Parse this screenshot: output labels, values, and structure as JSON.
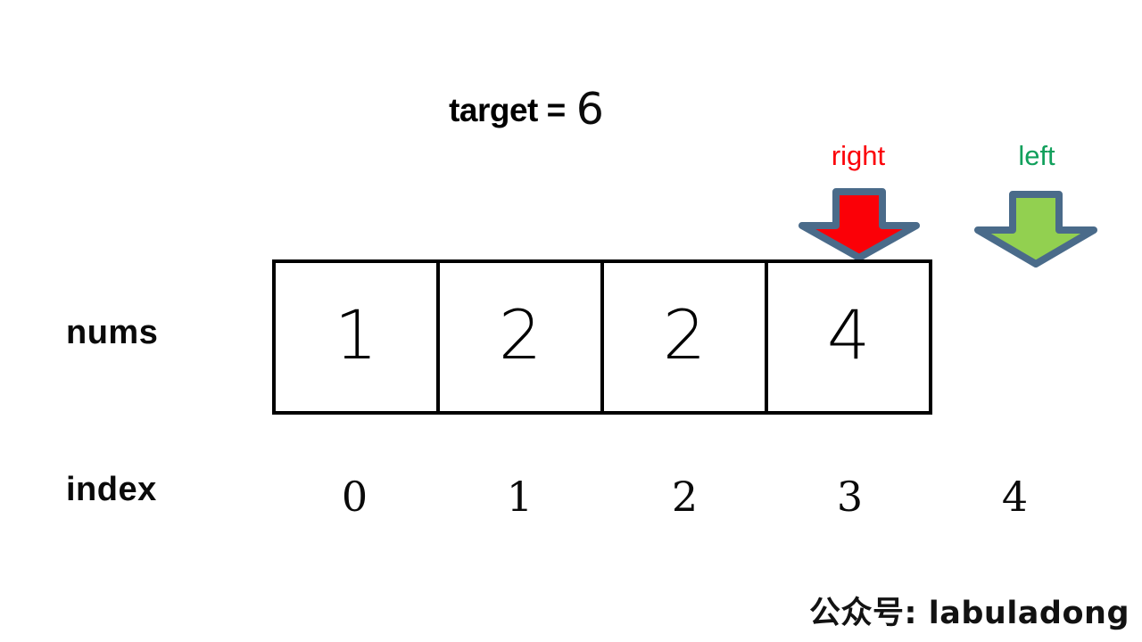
{
  "diagram": {
    "title": {
      "label": "target =",
      "value": "6"
    },
    "pointers": [
      {
        "name": "right",
        "label": "right",
        "color": "#fb0007",
        "fill": "#fb0007",
        "stroke": "#4a6b8a",
        "index": 3
      },
      {
        "name": "left",
        "label": "left",
        "color": "#11a05c",
        "fill": "#92d050",
        "stroke": "#4a6b8a",
        "index": 4
      }
    ],
    "rows": {
      "nums_label": "nums",
      "index_label": "index"
    },
    "array": {
      "values": [
        "1",
        "2",
        "2",
        "4"
      ]
    },
    "indices": [
      "0",
      "1",
      "2",
      "3",
      "4"
    ],
    "watermark": "公众号: labuladong",
    "colors": {
      "border": "#000000",
      "background": "#ffffff",
      "arrow_stroke": "#4a6b8a",
      "red_arrow_fill": "#fb0007",
      "green_arrow_fill": "#92d050"
    }
  }
}
